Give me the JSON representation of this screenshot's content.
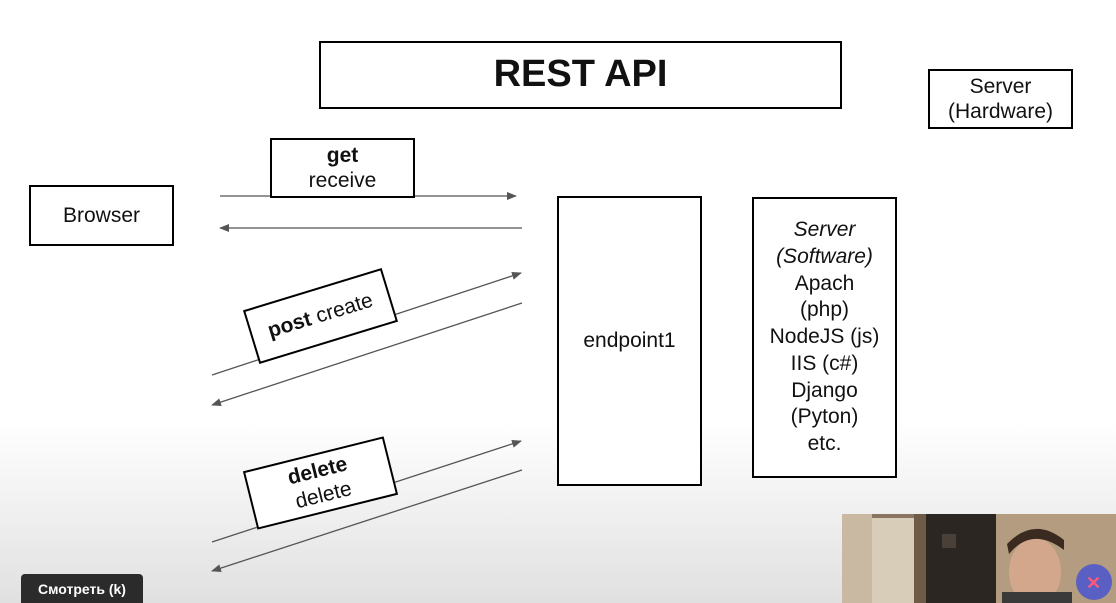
{
  "slide": {
    "title": "REST API",
    "server_hardware": {
      "line1": "Server",
      "line2": "(Hardware)"
    },
    "browser": "Browser",
    "get": {
      "method": "get",
      "action": "receive"
    },
    "post": {
      "method": "post",
      "action": "create"
    },
    "delete": {
      "method": "delete",
      "action": "delete"
    },
    "endpoint": "endpoint1",
    "server_software": {
      "heading1": "Server",
      "heading2": "(Software)",
      "items": [
        "Apach",
        "(php)",
        "NodeJS (js)",
        "IIS (c#)",
        "Django",
        "(Pyton)",
        "etc."
      ]
    }
  },
  "player": {
    "watch_button": "Смотреть (k)"
  },
  "colors": {
    "box_border": "#000000",
    "arrow": "#555555",
    "watch_button_bg": "#2b2b2b"
  }
}
